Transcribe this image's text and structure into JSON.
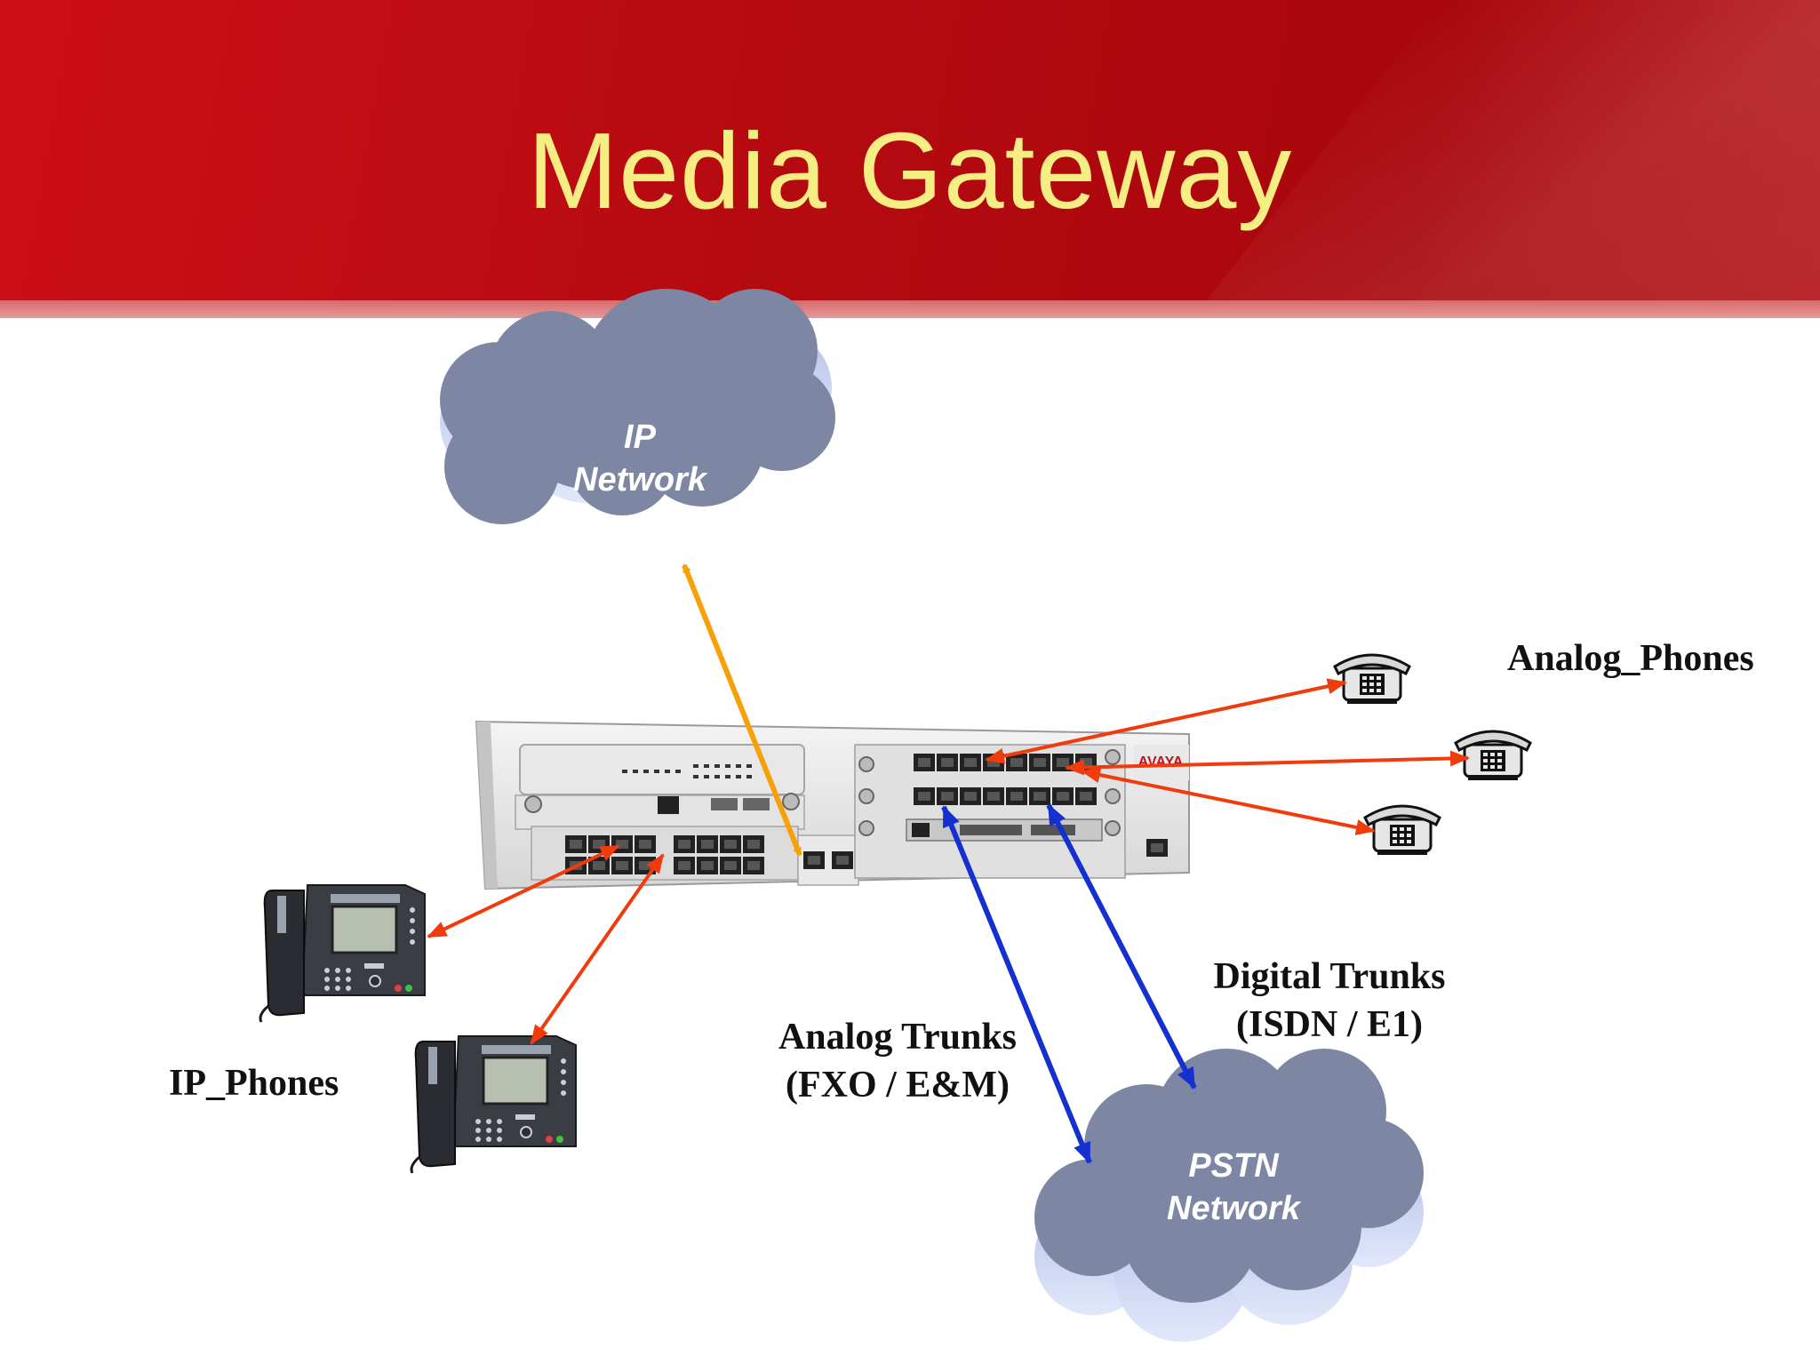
{
  "title": "Media Gateway",
  "clouds": {
    "ip": {
      "line1": "IP",
      "line2": "Network"
    },
    "pstn": {
      "line1": "PSTN",
      "line2": "Network"
    }
  },
  "labels": {
    "analog_phones": "Analog_Phones",
    "ip_phones": "IP_Phones",
    "analog_trunks_1": "Analog Trunks",
    "analog_trunks_2": "(FXO / E&M)",
    "digital_trunks_1": "Digital Trunks",
    "digital_trunks_2": "(ISDN / E1)"
  },
  "device": {
    "brand": "AVAYA"
  },
  "colors": {
    "header": "#b40a10",
    "title": "#f7ee83",
    "cloud": "#7d86a2",
    "ip_link": "#f5a20a",
    "phone_link": "#f03c0c",
    "trunk_link": "#1530d0"
  }
}
